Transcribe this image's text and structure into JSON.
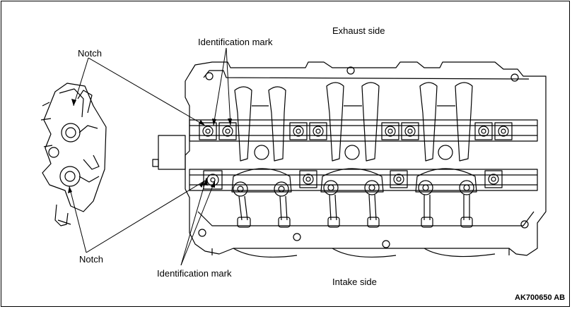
{
  "labels": {
    "exhaust_side": "Exhaust side",
    "intake_side": "Intake side",
    "notch_top": "Notch",
    "notch_bottom": "Notch",
    "identification_mark_top": "Identification mark",
    "identification_mark_bottom": "Identification mark",
    "figure_code": "AK700650 AB"
  },
  "colors": {
    "line": "#000000",
    "background": "#ffffff"
  }
}
